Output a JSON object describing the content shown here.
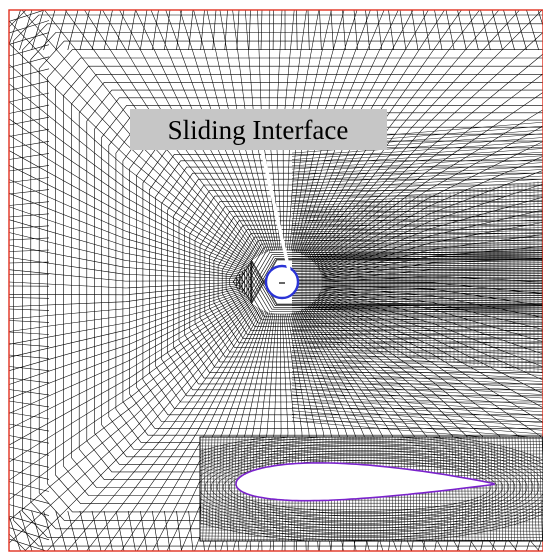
{
  "figure": {
    "callout_label": "Sliding Interface",
    "colors": {
      "background": "#ffffff",
      "mesh_lines": "#000000",
      "outer_boundary": "#e03020",
      "interface_circle": "#2a33d6",
      "airfoil_outline": "#7a22cc",
      "callout_box": "#c6c6c6",
      "leader_line": "#ffffff"
    },
    "elements": {
      "outer_mesh": "structured C-type grid around the sliding interface, refined toward the center and wake",
      "interface": "circular sliding interface around the airfoil",
      "inset": "zoomed view of the airfoil inside the refined mesh"
    }
  }
}
